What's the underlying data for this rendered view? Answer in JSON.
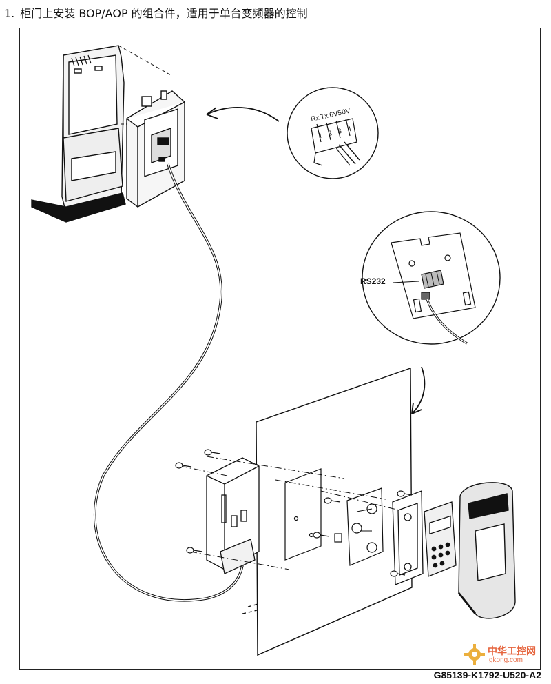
{
  "heading": {
    "number": "1.",
    "text": "柜门上安装 BOP/AOP 的组合件，适用于单台变频器的控制"
  },
  "callouts": {
    "terminal_labels": [
      "Rx",
      "Tx",
      "6V5",
      "0V"
    ],
    "terminal_numbers": [
      "1",
      "2",
      "3",
      "4"
    ],
    "rs232_label": "RS232"
  },
  "drawing_code": "G85139-K1792-U520-A2",
  "watermark": {
    "name": "中华工控网",
    "url": "gkong.com",
    "color": "#e24a1c"
  }
}
